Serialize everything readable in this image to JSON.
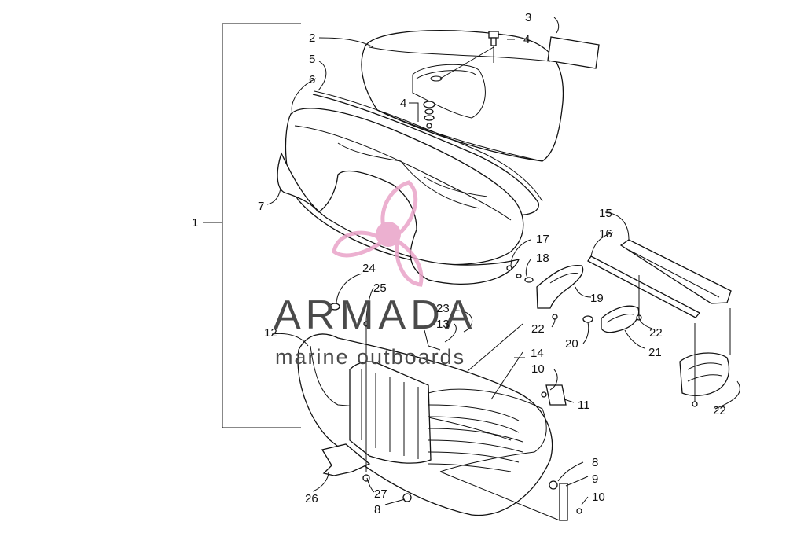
{
  "watermark": {
    "brand": "ARMADA",
    "tagline": "marine outboards",
    "logo_color": "#e9a3c8",
    "text_color": "#4a4a4a"
  },
  "callouts": {
    "c1": "1",
    "c2": "2",
    "c3": "3",
    "c4a": "4",
    "c4b": "4",
    "c5": "5",
    "c6": "6",
    "c7": "7",
    "c8a": "8",
    "c8b": "8",
    "c9": "9",
    "c10a": "10",
    "c10b": "10",
    "c11": "11",
    "c12": "12",
    "c13": "13",
    "c14": "14",
    "c15": "15",
    "c16": "16",
    "c17": "17",
    "c18": "18",
    "c19": "19",
    "c20": "20",
    "c21": "21",
    "c22a": "22",
    "c22b": "22",
    "c22c": "22",
    "c23": "23",
    "c24": "24",
    "c25": "25",
    "c26": "26",
    "c27": "27"
  }
}
